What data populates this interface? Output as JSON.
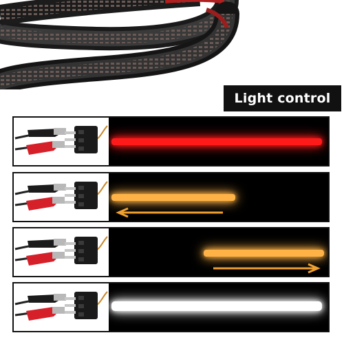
{
  "title": "Light control",
  "colors": {
    "red": "#ff1a1a",
    "amber": "#ffb347",
    "white": "#ffffff",
    "arrow": "#f0a030",
    "background": "#000000"
  },
  "modes": [
    {
      "light": "red",
      "arrow": "none"
    },
    {
      "light": "amber",
      "arrow": "left"
    },
    {
      "light": "amber",
      "arrow": "right"
    },
    {
      "light": "white",
      "arrow": "none"
    }
  ]
}
